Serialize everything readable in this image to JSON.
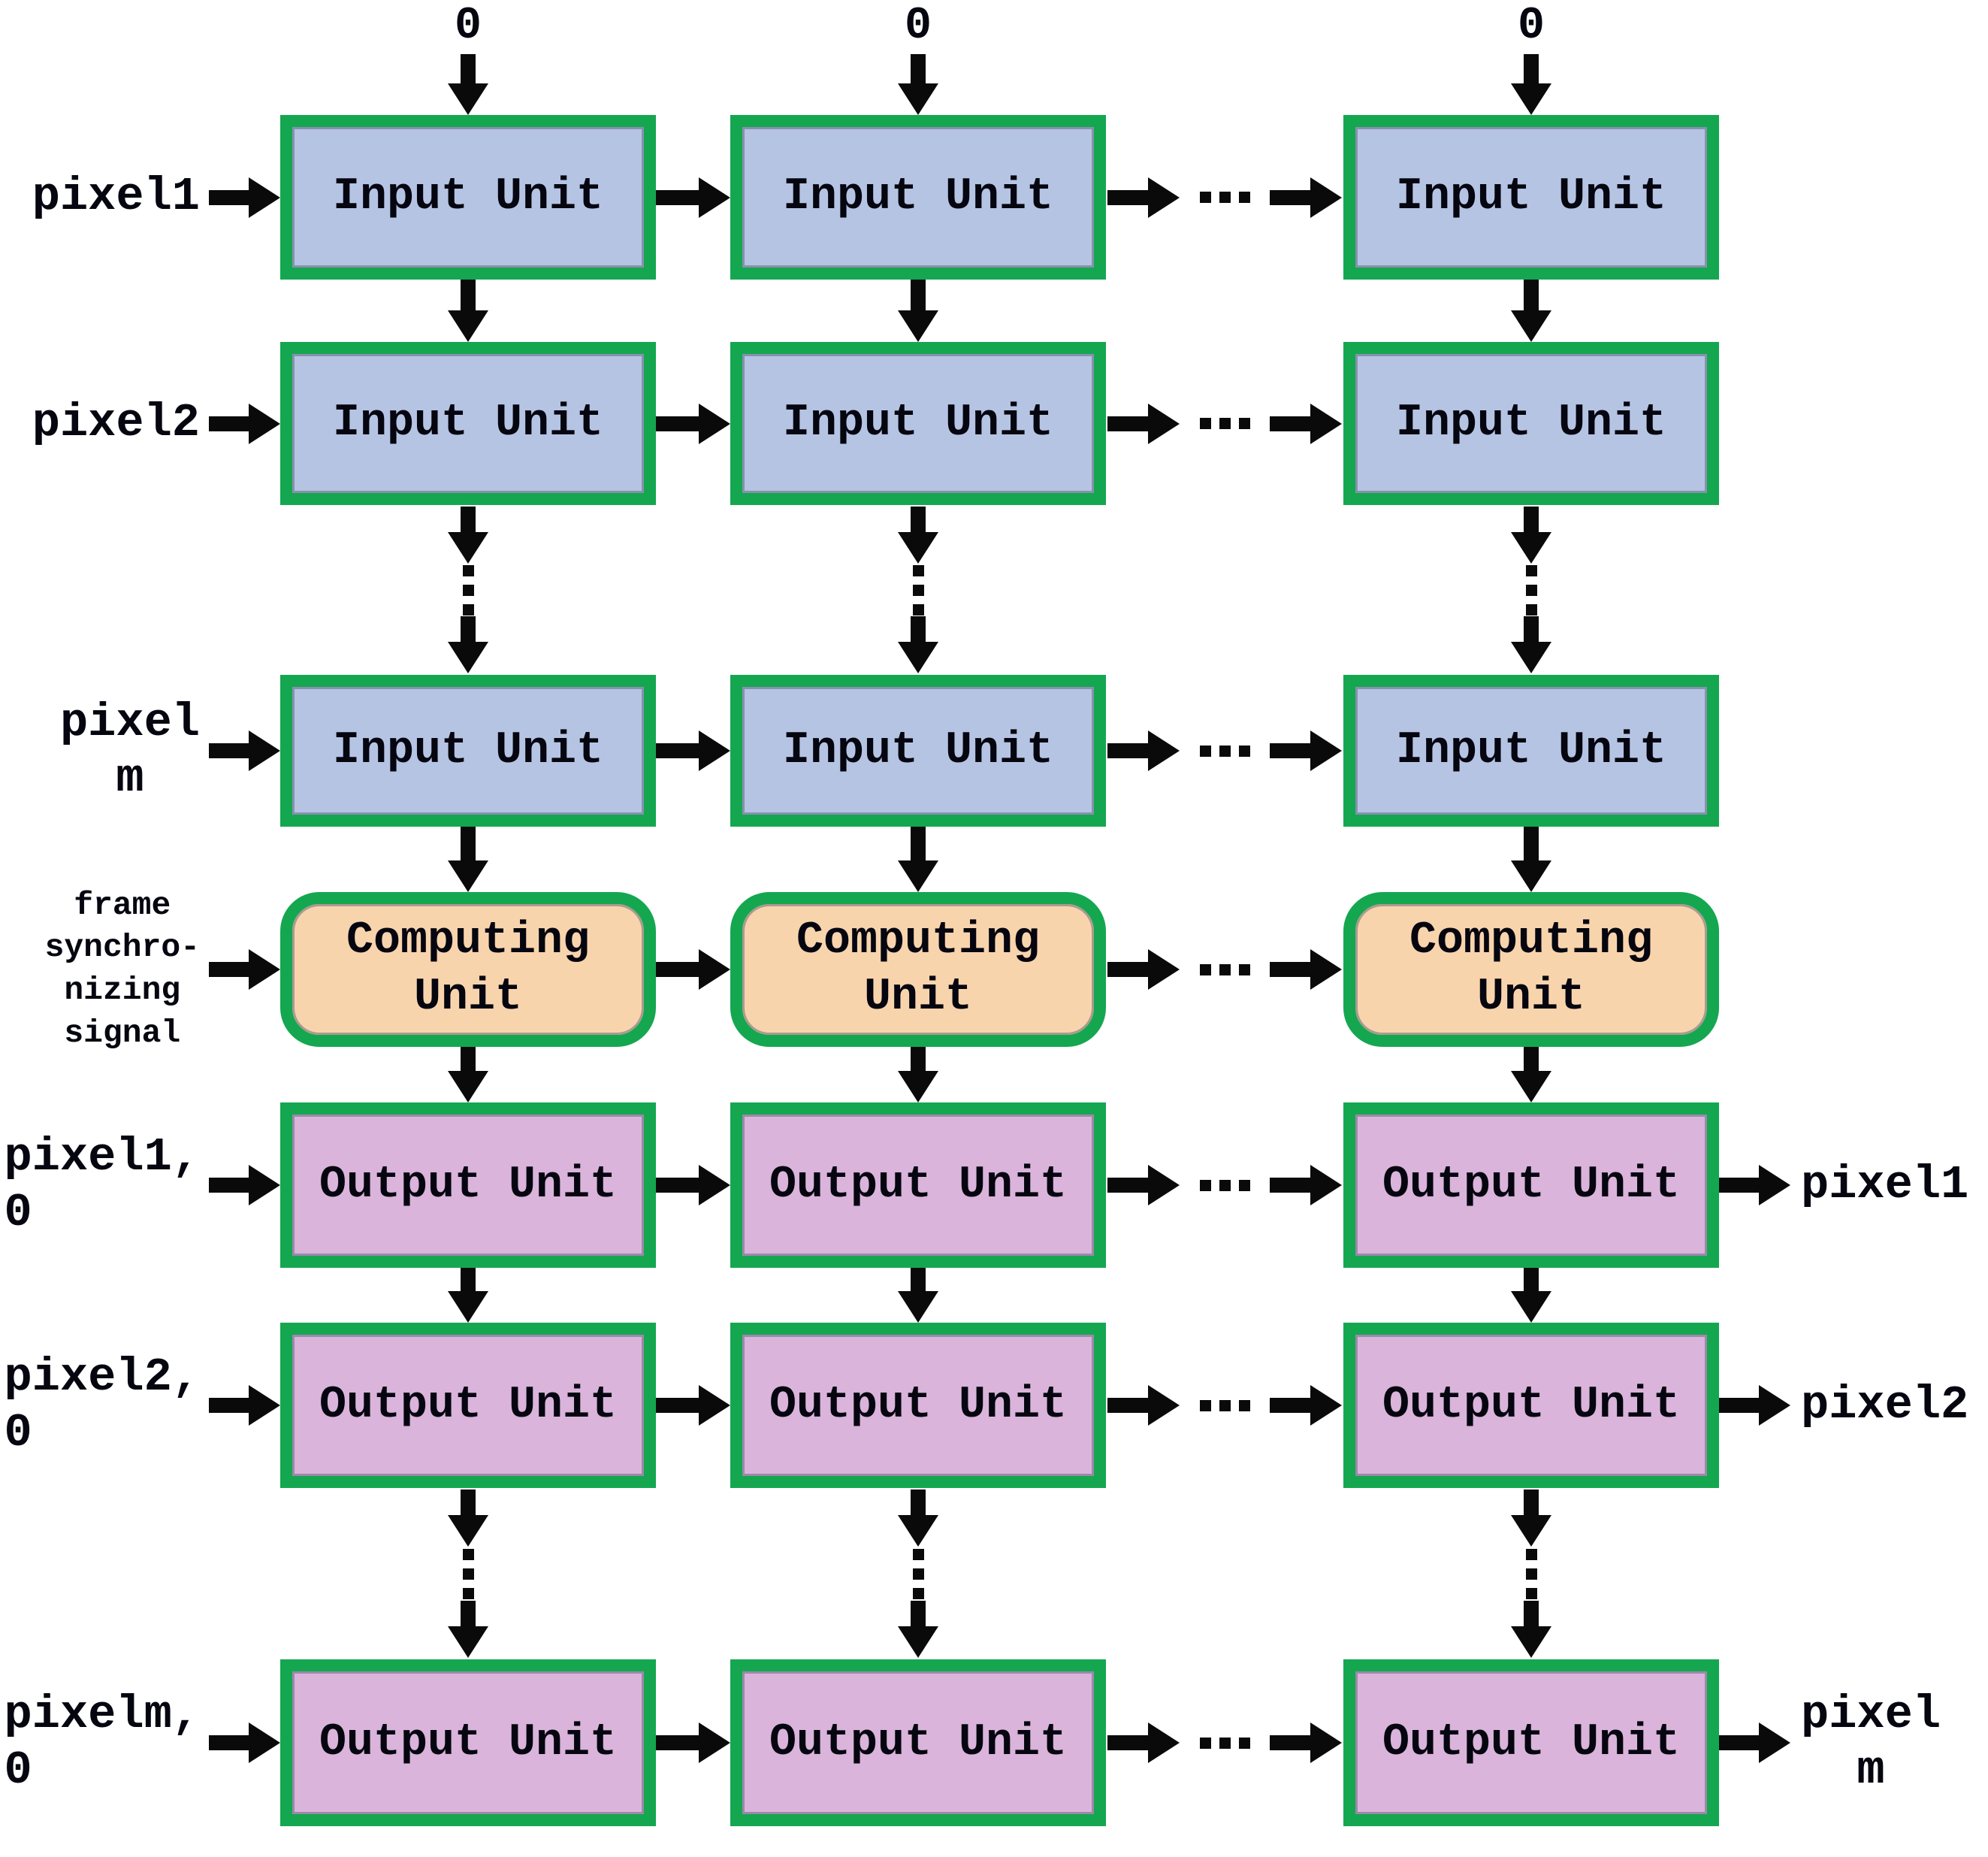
{
  "diagram": {
    "colors": {
      "border_green": "#14a750",
      "input_fill": "#b6c4e4",
      "computing_fill": "#f8d4ad",
      "output_fill": "#dab4da",
      "arrow_black": "#0a0a0a",
      "text_black": "#060610",
      "background": "#ffffff"
    },
    "top_inputs": {
      "col1": "0",
      "col2": "0",
      "col3": "0"
    },
    "boxes": {
      "input": "Input Unit",
      "computing": "Computing\nUnit",
      "output": "Output Unit"
    },
    "left_labels": {
      "input_row1": "pixel1",
      "input_row2": "pixel2",
      "input_rowm": "pixel\nm",
      "computing": "frame\nsynchro-\nnizing\nsignal",
      "output_row1": "pixel1,\n0",
      "output_row2": "pixel2,\n0",
      "output_rowm": "pixelm,\n0"
    },
    "right_labels": {
      "output_row1": "pixel1",
      "output_row2": "pixel2",
      "output_rowm": "pixel\nm"
    },
    "icons": {
      "horizontal_ellipsis": "...",
      "vertical_ellipsis": "..."
    }
  }
}
